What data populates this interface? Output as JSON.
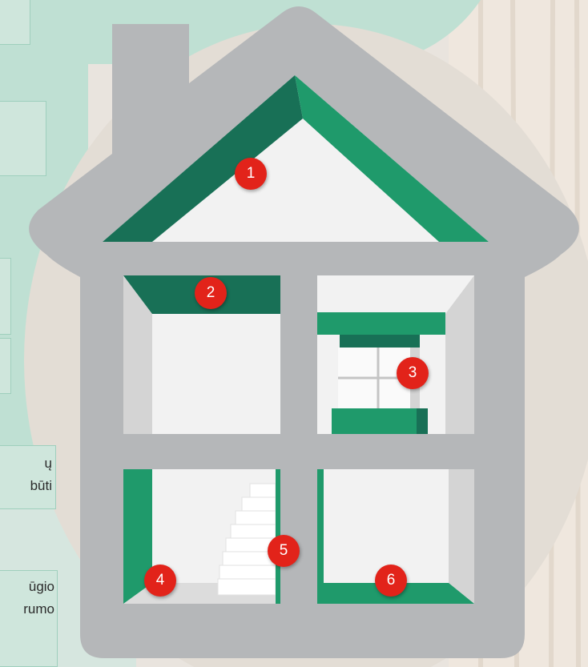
{
  "colors": {
    "house_gray": "#b5b7b9",
    "green_dark": "#187056",
    "green_light": "#1f9a6b",
    "marker_red": "#e2231a",
    "interior": "#f2f2f2",
    "wall_side": "#d4d4d4",
    "circle_bg": "#e3ddd5",
    "mint": "#a9d8c8"
  },
  "side_labels": [
    {
      "id": "label-top-1",
      "text": ""
    },
    {
      "id": "label-top-2",
      "text": ""
    },
    {
      "id": "label-mid-1",
      "text": ""
    },
    {
      "id": "label-mid-2",
      "text": ""
    },
    {
      "id": "label-lower-1",
      "text": "ų\nbūti"
    },
    {
      "id": "label-lower-2",
      "text": "ūgio\nrumo"
    }
  ],
  "markers": [
    {
      "number": "1",
      "area": "attic-roof"
    },
    {
      "number": "2",
      "area": "upper-left-room-ceiling"
    },
    {
      "number": "3",
      "area": "upper-right-room-window"
    },
    {
      "number": "4",
      "area": "lower-left-room-wall"
    },
    {
      "number": "5",
      "area": "stairs"
    },
    {
      "number": "6",
      "area": "lower-right-room-floor"
    }
  ]
}
